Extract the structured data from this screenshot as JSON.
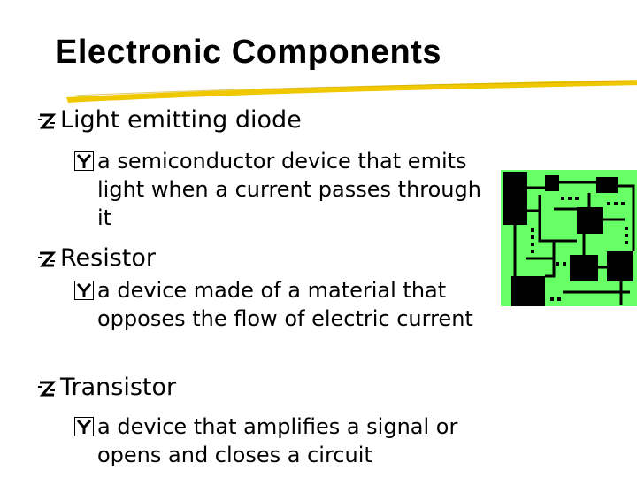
{
  "slide": {
    "title": "Electronic Components",
    "items": [
      {
        "term": "Light emitting diode",
        "definition": "a semiconductor device that emits light when a current passes through it"
      },
      {
        "term": "Resistor",
        "definition": "a device made of a material that opposes the flow of electric current"
      },
      {
        "term": "Transistor",
        "definition": "a device that amplifies a signal or opens and closes a circuit"
      }
    ]
  },
  "colors": {
    "underline": "#f0c800",
    "circuit_board": "#66ff66",
    "circuit_traces": "#000000"
  },
  "icons": {
    "level1_bullet": "z-bullet-icon",
    "level2_bullet": "y-bullet-icon",
    "picture": "circuit-board-icon"
  }
}
